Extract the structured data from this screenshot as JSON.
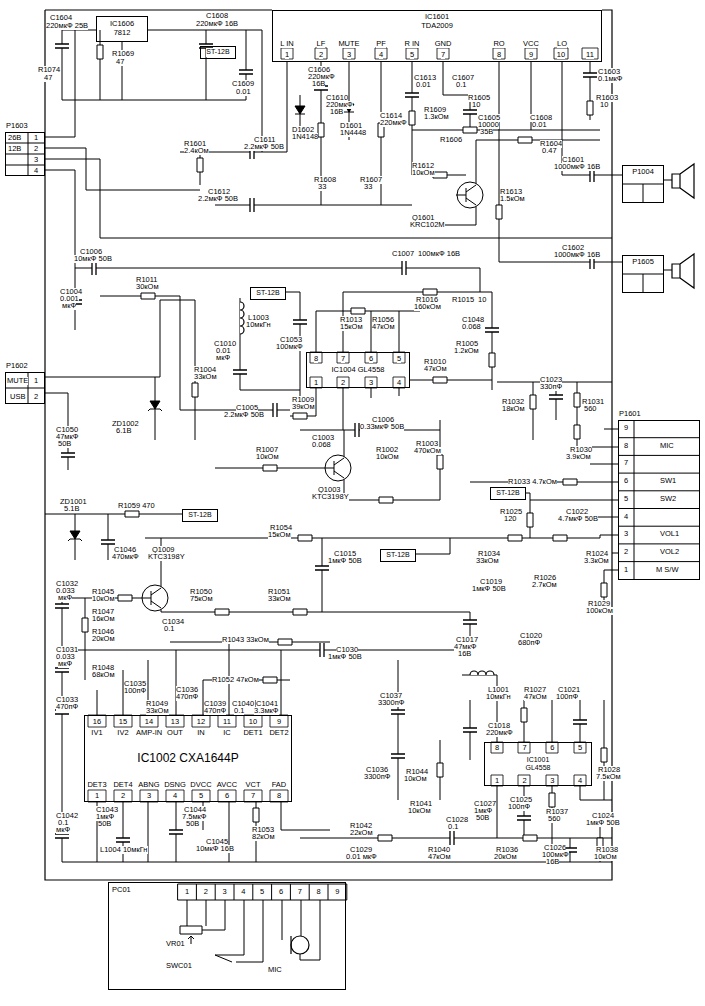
{
  "diagram": {
    "nodes": [
      {
        "text": [
          "IC1606",
          "7812"
        ]
      },
      {
        "text": [
          "ST-12B"
        ]
      },
      {
        "text": [
          "IC1601",
          "TDA2009"
        ]
      },
      {
        "text": [
          "P1603"
        ]
      },
      {
        "text": [
          "P1004"
        ]
      },
      {
        "text": [
          "P1605"
        ]
      },
      {
        "text": [
          "ST-12B"
        ]
      },
      {
        "text": [
          "IC1004 GL4558"
        ]
      },
      {
        "text": [
          "P1602"
        ]
      },
      {
        "text": [
          "ST-12B"
        ]
      },
      {
        "text": [
          "P1601"
        ]
      },
      {
        "text": [
          "ST-12B"
        ]
      },
      {
        "text": [
          "ST-12B"
        ]
      },
      {
        "text": [
          "IC1002 CXA1644P"
        ]
      },
      {
        "text": [
          "IC1001",
          "GL4558"
        ]
      },
      {
        "text": [
          "PC01"
        ]
      }
    ],
    "labels": [
      "C1604",
      "220мкФ 25В",
      "R1069",
      "47",
      "R1074",
      "47",
      "C1608",
      "220мкФ 16В",
      "C1609",
      "0.01",
      "L IN",
      "LF",
      "MUTE",
      "PF",
      "R IN",
      "GND",
      "RO",
      "VCC",
      "LO",
      "1",
      "2",
      "3",
      "4",
      "5",
      "7",
      "8",
      "9",
      "10",
      "11",
      "C1606",
      "220мкФ",
      "16В",
      "C1610",
      "220мкФ",
      "16В",
      "D1601",
      "1N4448",
      "D1602",
      "1N4148",
      "C1614",
      "220мкФ",
      "C1613",
      "0.01",
      "C1607",
      "0.1",
      "R1605",
      "10",
      "R1609",
      "1.3кОм",
      "R1606",
      "C1605",
      "10000",
      "35В",
      "C1608",
      "0.01",
      "C1603",
      "0.1мкФ",
      "R1603",
      "10",
      "R1604",
      "0.47",
      "R1601",
      "2.4кОм",
      "C1611",
      "2.2мкФ 50В",
      "R1608",
      "33",
      "R1607",
      "33",
      "R1612",
      "10кОм",
      "Q1601",
      "KRC102M",
      "R1613",
      "1.5кОм",
      "C1612",
      "2.2мкФ 50В",
      "C1601",
      "1000мкФ 16В",
      "C1602",
      "1000мкФ 16В",
      "26В",
      "12В",
      "1",
      "2",
      "3",
      "4",
      "C1006",
      "10мкФ 50В",
      "C1004",
      "0.001",
      "мкФ",
      "R1011",
      "30кОм",
      "C1007",
      "100мкФ 16В",
      "L1003",
      "10мкГн",
      "C1010",
      "0.01",
      "мкФ",
      "C1053",
      "100мкФ",
      "R1016",
      "160кОм",
      "R1015",
      "10",
      "R1013",
      "15кОм",
      "R1056",
      "47кОм",
      "C1048",
      "0.068",
      "R1005",
      "1.2кОм",
      "8",
      "7",
      "6",
      "5",
      "1",
      "2",
      "3",
      "4",
      "R1010",
      "47кОм",
      "R1009",
      "39кОм",
      "C1005",
      "2.2мкФ 50В",
      "C1006",
      "0.33мкФ 50В",
      "C1003",
      "0.068",
      "R1007",
      "10кОм",
      "Q1003",
      "KTC3198Y",
      "R1002",
      "10кОм",
      "R1003",
      "470кОм",
      "R1004",
      "33кОм",
      "ZD1002",
      "6.1В",
      "MUTE",
      "USB",
      "1",
      "2",
      "C1050",
      "47мкФ",
      "50В",
      "R1032",
      "18кОм",
      "C1023",
      "330пФ",
      "R1031",
      "560",
      "R1030",
      "3.9кОм",
      "R1033 4.7кОм",
      "R1025",
      "120",
      "C1022",
      "4.7мкФ 50В",
      "9",
      "8",
      "7",
      "6",
      "5",
      "4",
      "3",
      "2",
      "1",
      "MIC",
      "SW1",
      "SW2",
      "VOL1",
      "VOL2",
      "M S/W",
      "ZD1001",
      "5.1В",
      "R1059 470",
      "C1046",
      "470мкФ",
      "R1054",
      "15кОм",
      "C1015",
      "1мкФ 50В",
      "R1034",
      "33кОм",
      "R1024",
      "3.3кОм",
      "R1029",
      "100кОм",
      "Q1009",
      "KTC3198Y",
      "C1032",
      "0.033",
      "мкФ",
      "R1045",
      "10кОм",
      "R1047",
      "16кОм",
      "R1050",
      "75кОм",
      "R1051",
      "33кОм",
      "C1019",
      "1мкФ 50В",
      "R1026",
      "2.7кОм",
      "R1046",
      "20кОм",
      "C1034",
      "0.1",
      "R1043 33кОм",
      "C1031",
      "0.033",
      "мкФ",
      "C1030",
      "1мкФ 50В",
      "C1017",
      "47мкФ",
      "16В",
      "C1020",
      "680пФ",
      "R1048",
      "68кОм",
      "C1035",
      "100пФ",
      "R1052 47кОм",
      "R1049",
      "33кОм",
      "C1036",
      "470пФ",
      "C1039",
      "470пФ",
      "C1040",
      "0.1",
      "C1041",
      "3.3мкФ",
      "C1033",
      "470пФ",
      "C1037",
      "3300пФ",
      "C1036",
      "3300пФ",
      "L1001",
      "10мкГн",
      "C1018",
      "220мкФ",
      "R1027",
      "47кОм",
      "C1021",
      "100пФ",
      "R1044",
      "10кОм",
      "16",
      "15",
      "14",
      "13",
      "12",
      "11",
      "10",
      "9",
      "IV1",
      "IV2",
      "AMP-IN",
      "OUT",
      "IN",
      "IC",
      "DET1",
      "DET2",
      "DET3",
      "DET4",
      "ABNG",
      "DSNG",
      "DVCC",
      "AVCC",
      "VCT",
      "FAD",
      "1",
      "2",
      "3",
      "4",
      "5",
      "6",
      "7",
      "8",
      "8",
      "7",
      "6",
      "5",
      "1",
      "2",
      "3",
      "4",
      "R1041",
      "10кОм",
      "R1042",
      "22кОм",
      "C1029",
      "0.01 мкФ",
      "C1028",
      "0.1",
      "C1027",
      "1мкФ",
      "50В",
      "C1025",
      "100пФ",
      "R1037",
      "560",
      "C1024",
      "1мкФ 50В",
      "R1028",
      "7.5кОм",
      "R1040",
      "47кОм",
      "R1036",
      "20кОм",
      "C1026",
      "100мкФ",
      "16В",
      "R1038",
      "10кОм",
      "C1042",
      "0.1",
      "мкФ",
      "C1043",
      "1мкФ",
      "50В",
      "C1044",
      "7.5мкФ",
      "50В",
      "C1045",
      "10мкФ 16В",
      "L1004 10мкГн",
      "R1053",
      "82кОм",
      "1",
      "2",
      "3",
      "4",
      "5",
      "6",
      "7",
      "8",
      "9",
      "VR01",
      "SWC01",
      "MIC"
    ]
  }
}
